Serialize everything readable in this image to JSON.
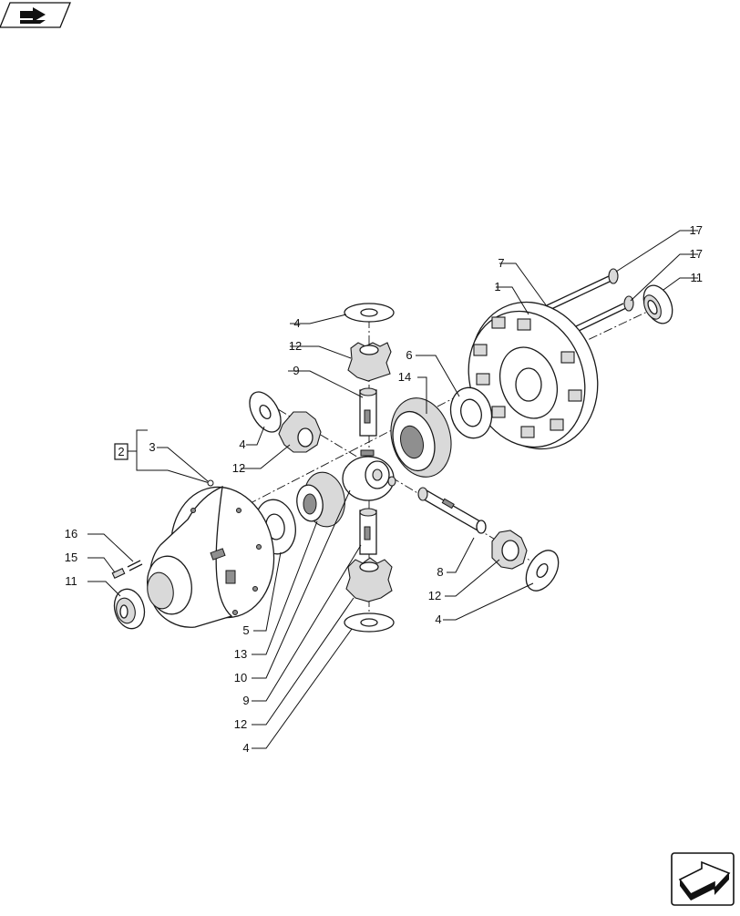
{
  "diagram": {
    "group_box_label": "2",
    "callouts": [
      {
        "id": "c-17a",
        "text": "17"
      },
      {
        "id": "c-17b",
        "text": "17"
      },
      {
        "id": "c-11r",
        "text": "11"
      },
      {
        "id": "c-7",
        "text": "7"
      },
      {
        "id": "c-1",
        "text": "1"
      },
      {
        "id": "c-4a",
        "text": "4"
      },
      {
        "id": "c-12a",
        "text": "12"
      },
      {
        "id": "c-9a",
        "text": "9"
      },
      {
        "id": "c-6",
        "text": "6"
      },
      {
        "id": "c-14",
        "text": "14"
      },
      {
        "id": "c-4b",
        "text": "4"
      },
      {
        "id": "c-12b",
        "text": "12"
      },
      {
        "id": "c-3",
        "text": "3"
      },
      {
        "id": "c-16",
        "text": "16"
      },
      {
        "id": "c-15",
        "text": "15"
      },
      {
        "id": "c-11l",
        "text": "11"
      },
      {
        "id": "c-8",
        "text": "8"
      },
      {
        "id": "c-12c",
        "text": "12"
      },
      {
        "id": "c-4c",
        "text": "4"
      },
      {
        "id": "c-5",
        "text": "5"
      },
      {
        "id": "c-13",
        "text": "13"
      },
      {
        "id": "c-10",
        "text": "10"
      },
      {
        "id": "c-9b",
        "text": "9"
      },
      {
        "id": "c-12d",
        "text": "12"
      },
      {
        "id": "c-4d",
        "text": "4"
      }
    ]
  },
  "icons": {
    "top_left": "view-arrow-icon",
    "bottom_right": "next-page-arrow-icon"
  }
}
